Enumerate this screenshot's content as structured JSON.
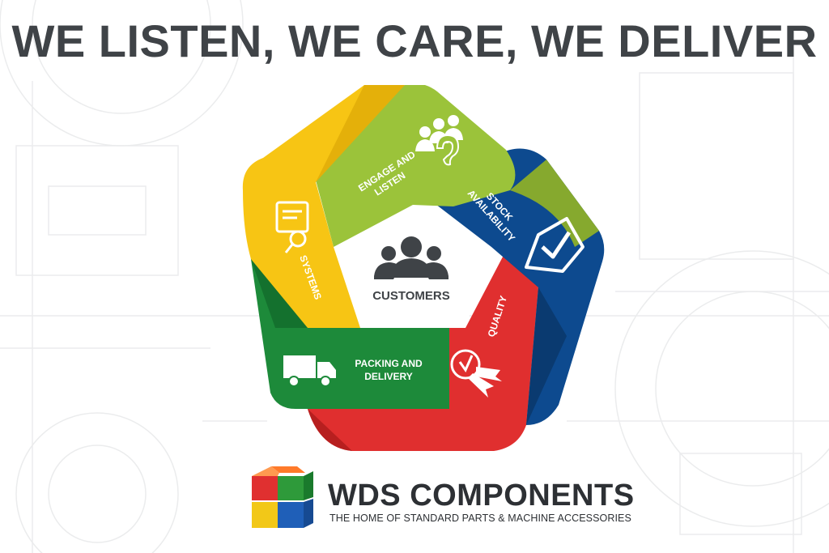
{
  "headline": "WE LISTEN, WE CARE, WE DELIVER",
  "diagram": {
    "center": {
      "label": "CUSTOMERS",
      "icon": "people-group-icon"
    },
    "segments": [
      {
        "id": "engage",
        "line1": "ENGAGE AND",
        "line2": "LISTEN",
        "icon": "listening-ear-icon",
        "color": "#9bc33a"
      },
      {
        "id": "stock",
        "line1": "STOCK",
        "line2": "AVAILABILITY",
        "icon": "checked-box-icon",
        "color": "#0d4a8f"
      },
      {
        "id": "quality",
        "line1": "QUALITY",
        "icon": "quality-rosette-icon",
        "color": "#e02f2f"
      },
      {
        "id": "packing",
        "line1": "PACKING AND",
        "line2": "DELIVERY",
        "icon": "delivery-truck-icon",
        "color": "#1d8a3a"
      },
      {
        "id": "systems",
        "line1": "SYSTEMS",
        "icon": "magnifier-document-icon",
        "color": "#f7c514"
      }
    ]
  },
  "brand": {
    "name": "WDS COMPONENTS",
    "tagline": "THE HOME OF STANDARD PARTS & MACHINE ACCESSORIES",
    "icon": "colored-cube-logo-icon"
  }
}
